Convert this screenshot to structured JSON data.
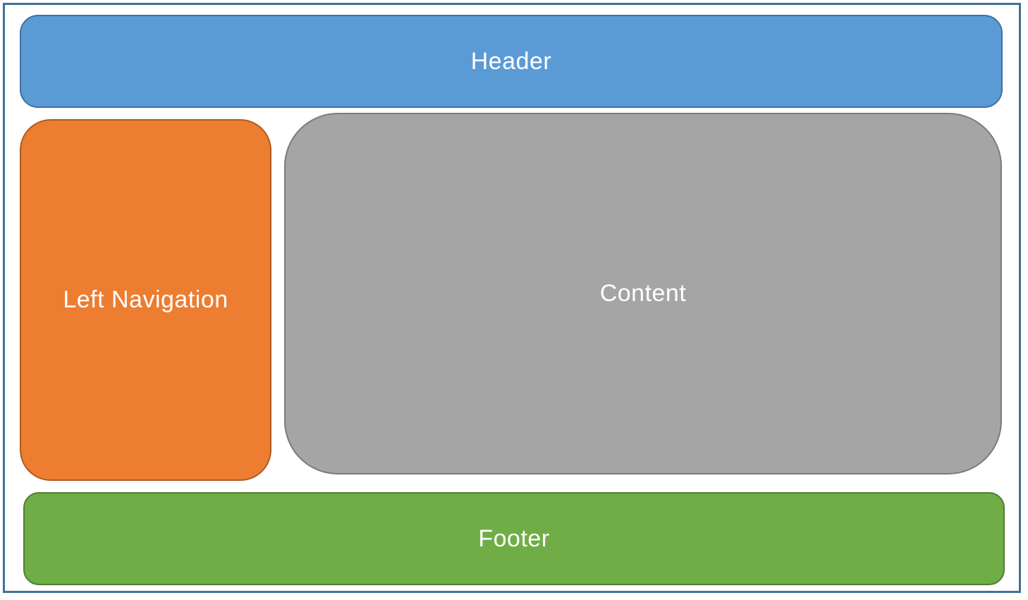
{
  "diagram": {
    "type": "webpage-layout-wireframe",
    "background": "#FFFFFF",
    "outer_border_color": "#41719C",
    "text_color": "#FFFFFF",
    "blocks": {
      "header": {
        "label": "Header",
        "fill": "#5B9BD5",
        "border": "#41719C"
      },
      "left_nav": {
        "label": "Left Navigation",
        "fill": "#ED7D31",
        "border": "#AE5A21"
      },
      "content": {
        "label": "Content",
        "fill": "#A5A5A5",
        "border": "#7B7B7B"
      },
      "footer": {
        "label": "Footer",
        "fill": "#70AD47",
        "border": "#507E32"
      }
    }
  }
}
